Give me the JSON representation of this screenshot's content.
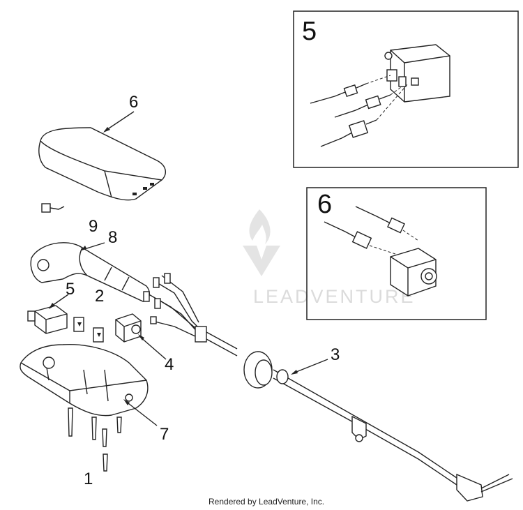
{
  "callouts": [
    {
      "id": "6",
      "label": "6"
    },
    {
      "id": "9",
      "label": "9"
    },
    {
      "id": "8",
      "label": "8"
    },
    {
      "id": "5",
      "label": "5"
    },
    {
      "id": "2",
      "label": "2"
    },
    {
      "id": "4",
      "label": "4"
    },
    {
      "id": "3",
      "label": "3"
    },
    {
      "id": "7",
      "label": "7"
    },
    {
      "id": "1",
      "label": "1"
    }
  ],
  "insets": [
    {
      "id": "inset-5",
      "number": "5"
    },
    {
      "id": "inset-6",
      "number": "6"
    }
  ],
  "watermark": {
    "text": "LEADVENTURE"
  },
  "footer": {
    "credit": "Rendered by LeadVenture, Inc."
  }
}
